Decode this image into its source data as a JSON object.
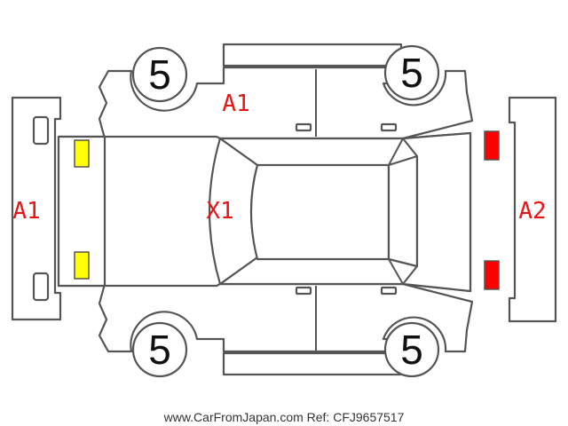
{
  "colors": {
    "damage_text": "#ee1111",
    "front_lamp": "#ffff00",
    "rear_lamp": "#ff0000",
    "outline": "#555555"
  },
  "tires": {
    "front_left": "5",
    "rear_left": "5",
    "front_right": "5",
    "rear_right": "5"
  },
  "damage_codes": {
    "front_bumper": "A1",
    "left_fender": "A1",
    "hood": "X1",
    "rear_bumper": "A2"
  },
  "footer": "www.CarFromJapan.com Ref: CFJ9657517"
}
